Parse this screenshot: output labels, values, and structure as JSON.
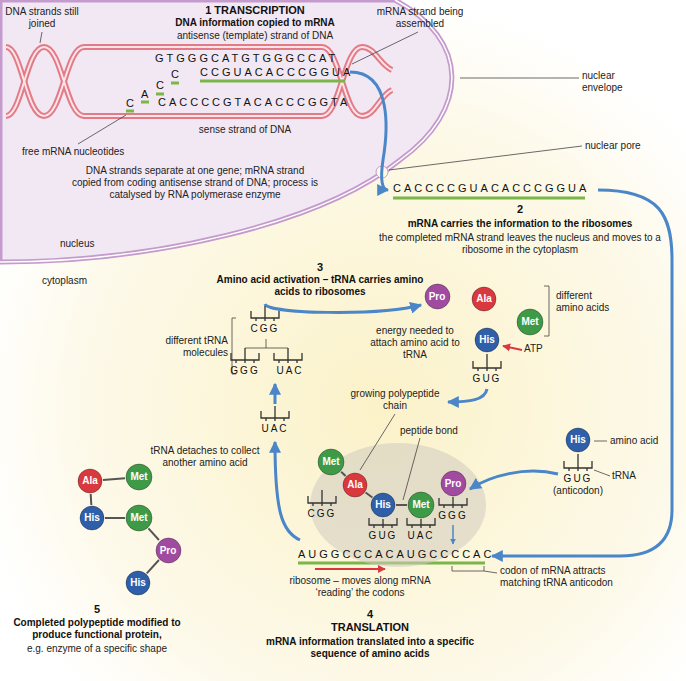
{
  "diagram": {
    "nodes": [
      {
        "text": [
          "Pro"
        ]
      },
      {
        "text": [
          "Ala"
        ]
      },
      {
        "text": [
          "Met"
        ]
      },
      {
        "text": [
          "His"
        ]
      },
      {
        "text": [
          "Met"
        ]
      },
      {
        "text": [
          "Ala"
        ]
      },
      {
        "text": [
          "His"
        ]
      },
      {
        "text": [
          "Met"
        ]
      },
      {
        "text": [
          "Pro"
        ]
      },
      {
        "text": [
          "His"
        ]
      },
      {
        "text": [
          "Ala"
        ]
      },
      {
        "text": [
          "Met"
        ]
      },
      {
        "text": [
          "His"
        ]
      },
      {
        "text": [
          "Met"
        ]
      },
      {
        "text": [
          "Pro"
        ]
      },
      {
        "text": [
          "His"
        ]
      }
    ],
    "edges": [
      {
        "from": 4,
        "to": 5,
        "arrow": "none"
      },
      {
        "from": 5,
        "to": 6,
        "arrow": "none"
      },
      {
        "from": 6,
        "to": 7,
        "arrow": "none"
      },
      {
        "from": 10,
        "to": 11,
        "arrow": "none"
      },
      {
        "from": 10,
        "to": 12,
        "arrow": "none"
      },
      {
        "from": 12,
        "to": 13,
        "arrow": "none"
      },
      {
        "from": 13,
        "to": 14,
        "arrow": "none"
      },
      {
        "from": 14,
        "to": 15,
        "arrow": "none"
      }
    ],
    "labels": [
      "1 TRANSCRIPTION",
      "DNA information copied to mRNA",
      "DNA strands still joined",
      "antisense (template) strand of DNA",
      "mRNA strand being assembled",
      "nuclear envelope",
      "GTGGGCATGTGGGCCAT",
      "CCGUACACCCGGUA",
      "C",
      "A",
      "C",
      "C",
      "CACCCCGTACACCCGGTA",
      "free mRNA nucleotides",
      "sense strand of DNA",
      "DNA strands separate at one gene; mRNA strand copied from coding antisense strand of DNA; process is catalysed by RNA polymerase enzyme",
      "nuclear pore",
      "nucleus",
      "cytoplasm",
      "CACCCCGUACACCCGGUA",
      "2",
      "mRNA carries the information to the ribosomes",
      "the completed mRNA strand leaves the nucleus and moves to a ribosome in the cytoplasm",
      "3",
      "Amino acid activation – tRNA carries amino acids to ribosomes",
      "different tRNA molecules",
      "CGG",
      "GGG",
      "UAC",
      "different amino acids",
      "energy needed to attach amino acid to tRNA",
      "ATP",
      "GUG",
      "growing polypeptide chain",
      "peptide bond",
      "UAC",
      "tRNA detaches to collect another amino acid",
      "CGG",
      "GUG",
      "UAC",
      "GGG",
      "AUGGCCCACAUGCCCCAC",
      "ribosome – moves along mRNA ‘reading’ the codons",
      "codon of mRNA attracts matching tRNA anticodon",
      "amino acid",
      "GUG",
      "(anticodon)",
      "tRNA",
      "4",
      "TRANSLATION",
      "mRNA information translated into a specific sequence of amino acids",
      "5",
      "Completed polypeptide modified to produce functional protein,",
      "e.g. enzyme of a specific shape"
    ]
  }
}
